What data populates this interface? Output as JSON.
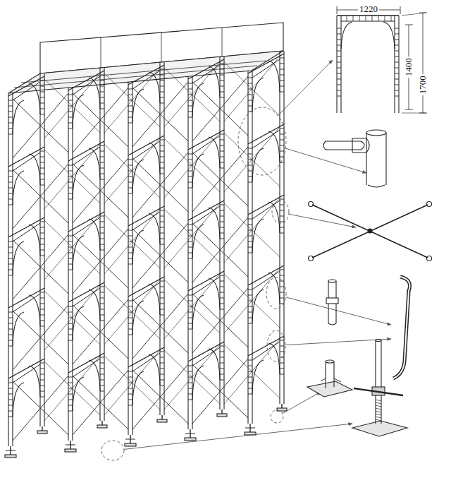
{
  "diagram": {
    "labels": [
      "1220",
      "1400",
      "1700"
    ]
  }
}
